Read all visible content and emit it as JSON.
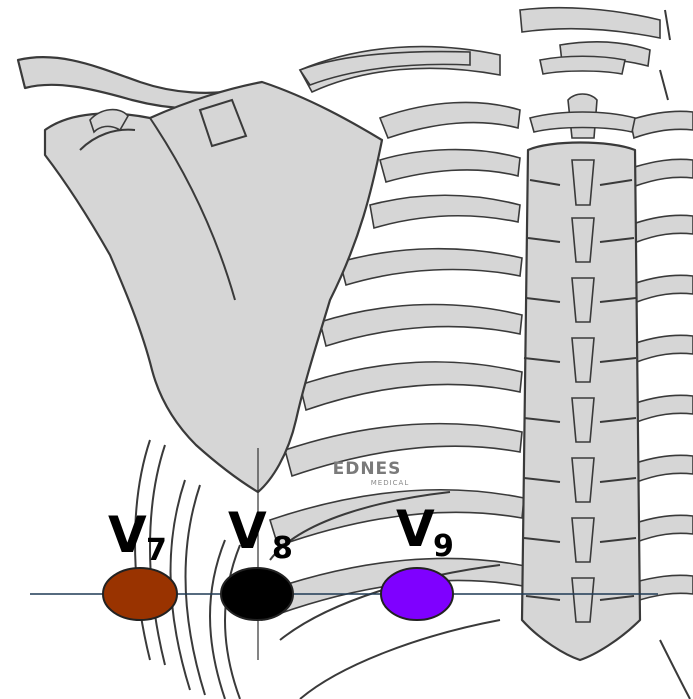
{
  "watermark": {
    "main": "EDNES",
    "sub": "MEDICAL"
  },
  "leads": [
    {
      "letter": "V",
      "sub": "7",
      "color": "#993300"
    },
    {
      "letter": "V",
      "sub": "8",
      "color": "#000000"
    },
    {
      "letter": "V",
      "sub": "9",
      "color": "#7f00ff"
    }
  ]
}
